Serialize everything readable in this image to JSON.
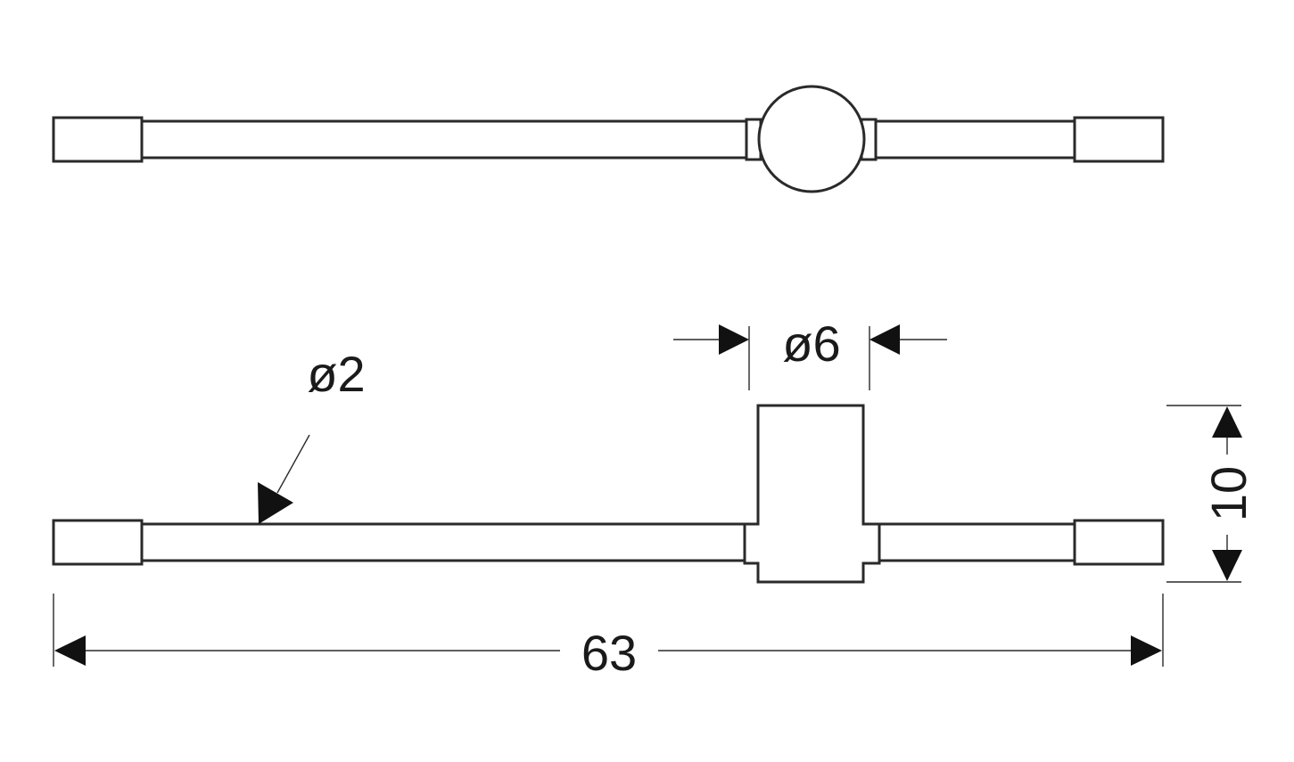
{
  "drawing": {
    "labels": {
      "rod_diameter": "ø2",
      "center_diameter": "ø6",
      "center_height": "10",
      "overall_length": "63"
    }
  }
}
